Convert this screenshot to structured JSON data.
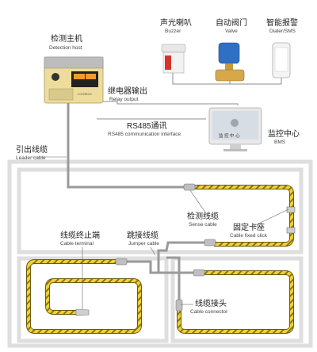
{
  "devices": {
    "buzzer": {
      "zh": "声光喇叭",
      "en": "Buzzer"
    },
    "valve": {
      "zh": "自动阀门",
      "en": "Valve"
    },
    "dialer": {
      "zh": "智能报警",
      "en": "Dialer/SMS"
    }
  },
  "detection_host": {
    "zh": "检测主机",
    "en": "Detection host",
    "brand": "LOGIRCK"
  },
  "relay_output": {
    "zh": "继电器输出",
    "en": "Relay output"
  },
  "rs485": {
    "zh": "RS485通讯",
    "en": "RS485 communication interface"
  },
  "bms": {
    "zh": "监控中心",
    "en": "BMS",
    "screen_text": "监 控 中 心"
  },
  "leader_cable": {
    "zh": "引出线缆",
    "en": "Leader cable"
  },
  "sense_cable": {
    "zh": "检测线缆",
    "en": "Sense cable"
  },
  "cable_fixed_click": {
    "zh": "固定卡座",
    "en": "Cable fixed click"
  },
  "jumper_cable": {
    "zh": "跳接线缆",
    "en": "Jumper cable"
  },
  "cable_terminal": {
    "zh": "线缆终止端",
    "en": "Cable terminal"
  },
  "cable_connector": {
    "zh": "线缆接头",
    "en": "Cable connector"
  },
  "colors": {
    "cable": "#f2d22e",
    "cable_stripe": "#7a6a1a",
    "wall": "#e3e3e3",
    "wire": "#888888",
    "panel": "#e9d59a"
  }
}
